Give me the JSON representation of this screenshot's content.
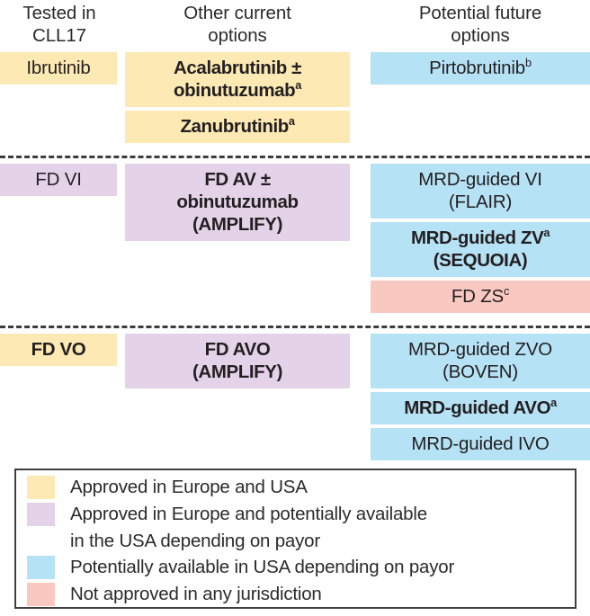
{
  "figure": {
    "columns": [
      {
        "id": "tested-in-cll17",
        "header": "Tested in\nCLL17"
      },
      {
        "id": "other-current-options",
        "header": "Other current\noptions"
      },
      {
        "id": "potential-future-options",
        "header": "Potential future\noptions"
      }
    ],
    "headers": {
      "col1_line1": "Tested in",
      "col1_line2": "CLL17",
      "col2_line1": "Other current",
      "col2_line2": "options",
      "col3_line1": "Potential future",
      "col3_line2": "options"
    },
    "rows": [
      {
        "id": "row-btki",
        "col1": [
          {
            "text": "Ibrutinib",
            "color": "yellow",
            "bold": false,
            "sup": ""
          }
        ],
        "col2": [
          {
            "text": "Acalabrutinib ± obinutuzumab",
            "color": "yellow",
            "bold": true,
            "sup": "a"
          },
          {
            "text": "Zanubrutinib",
            "color": "yellow",
            "bold": true,
            "sup": "a"
          }
        ],
        "col3": [
          {
            "text": "Pirtobrutinib",
            "color": "blue",
            "bold": false,
            "sup": "b"
          }
        ]
      },
      {
        "id": "row-fd-doublet",
        "col1": [
          {
            "text": "FD VI",
            "color": "purple",
            "bold": false,
            "sup": ""
          }
        ],
        "col2": [
          {
            "text": "FD AV ± obinutuzumab (AMPLIFY)",
            "color": "purple",
            "bold": true,
            "sup": ""
          }
        ],
        "col3": [
          {
            "text": "MRD-guided VI (FLAIR)",
            "color": "blue",
            "bold": false,
            "sup": ""
          },
          {
            "text": "MRD-guided ZV (SEQUOIA)",
            "color": "blue",
            "bold": true,
            "sup": "a"
          },
          {
            "text": "FD ZS",
            "color": "pink",
            "bold": false,
            "sup": "c"
          }
        ]
      },
      {
        "id": "row-fd-triplet",
        "col1": [
          {
            "text": "FD VO",
            "color": "yellow",
            "bold": true,
            "sup": ""
          }
        ],
        "col2": [
          {
            "text": "FD AVO (AMPLIFY)",
            "color": "purple",
            "bold": true,
            "sup": ""
          }
        ],
        "col3": [
          {
            "text": "MRD-guided ZVO (BOVEN)",
            "color": "blue",
            "bold": false,
            "sup": ""
          },
          {
            "text": "MRD-guided AVO",
            "color": "blue",
            "bold": true,
            "sup": "a"
          },
          {
            "text": "MRD-guided IVO",
            "color": "blue",
            "bold": false,
            "sup": ""
          }
        ]
      }
    ],
    "cells": {
      "ibrutinib": "Ibrutinib",
      "acala_line1": "Acalabrutinib ±",
      "acala_line2": "obinutuzumab",
      "acala_sup": "a",
      "zanu": "Zanubrutinib",
      "zanu_sup": "a",
      "pirto": "Pirtobrutinib",
      "pirto_sup": "b",
      "fd_vi": "FD VI",
      "fd_av_line1": "FD AV ±",
      "fd_av_line2": "obinutuzumab",
      "fd_av_line3": "(AMPLIFY)",
      "mrd_vi_line1": "MRD-guided VI",
      "mrd_vi_line2": "(FLAIR)",
      "mrd_zv_line1": "MRD-guided ZV",
      "mrd_zv_sup": "a",
      "mrd_zv_line2": "(SEQUOIA)",
      "fd_zs": "FD ZS",
      "fd_zs_sup": "c",
      "fd_vo": "FD VO",
      "fd_avo_line1": "FD AVO",
      "fd_avo_line2": "(AMPLIFY)",
      "mrd_zvo_line1": "MRD-guided ZVO",
      "mrd_zvo_line2": "(BOVEN)",
      "mrd_avo": "MRD-guided AVO",
      "mrd_avo_sup": "a",
      "mrd_ivo": "MRD-guided IVO"
    },
    "legend": {
      "items": [
        {
          "color": "yellow",
          "swatch_hex": "#fce9b4",
          "label": "Approved in Europe and USA",
          "label2": ""
        },
        {
          "color": "purple",
          "swatch_hex": "#e4d2e9",
          "label": "Approved in Europe and potentially available",
          "label2": "in the USA depending on payor"
        },
        {
          "color": "blue",
          "swatch_hex": "#b6e2f6",
          "label": "Potentially available in USA depending on payor",
          "label2": ""
        },
        {
          "color": "pink",
          "swatch_hex": "#f9c9c1",
          "label": "Not approved in any jurisdiction",
          "label2": ""
        }
      ]
    },
    "colors": {
      "yellow": "#fce9b4",
      "purple": "#e4d2e9",
      "blue": "#b6e2f6",
      "pink": "#f9c9c1",
      "text": "#231f20",
      "divider": "#3d3d3d",
      "legend_border": "#404040"
    }
  }
}
